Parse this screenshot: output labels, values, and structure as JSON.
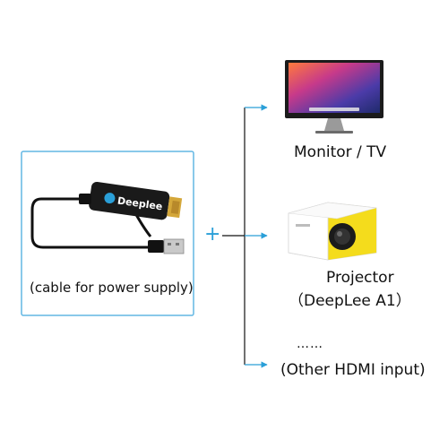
{
  "adapter": {
    "brand": "Deeplee",
    "note": "(cable for power supply)"
  },
  "plus_sign": "+",
  "outputs": {
    "monitor": {
      "label": "Monitor / TV",
      "icon": "monitor-icon"
    },
    "projector": {
      "label": "Projector",
      "model": "（DeepLee A1）",
      "icon": "projector-icon"
    },
    "other": {
      "dots": "……",
      "label": "(Other HDMI input)"
    }
  },
  "colors": {
    "frame": "#62b7e4",
    "arrow": "#2a9fd8",
    "plus": "#2a9fd8",
    "projector_yellow": "#f4dc1c"
  }
}
